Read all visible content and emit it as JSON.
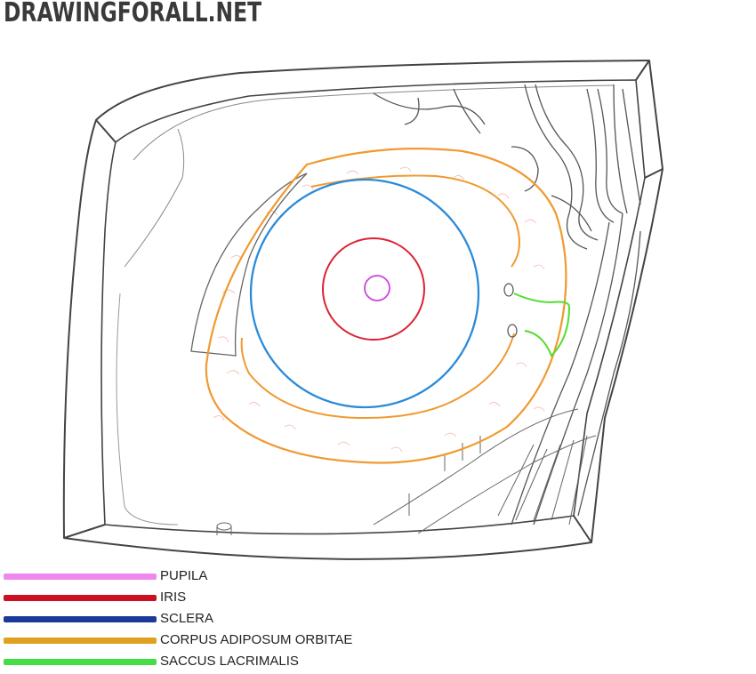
{
  "watermark": "DRAWINGFORALL.NET",
  "legend": [
    {
      "label": "PUPILA",
      "color": "#ee88f0"
    },
    {
      "label": "IRIS",
      "color": "#cc1020"
    },
    {
      "label": "SCLERA",
      "color": "#1a3a9a"
    },
    {
      "label": "CORPUS ADIPOSUM ORBITAE",
      "color": "#e0a020"
    },
    {
      "label": "SACCUS LACRIMALIS",
      "color": "#44dd44"
    }
  ],
  "outline_colors": {
    "pupila": "#cc44dd",
    "iris": "#dd2233",
    "sclera": "#2a8ad8",
    "corpus": "#f09a30",
    "saccus": "#55dd33",
    "texture": "#f2b4a8",
    "sketch": "#555555"
  }
}
